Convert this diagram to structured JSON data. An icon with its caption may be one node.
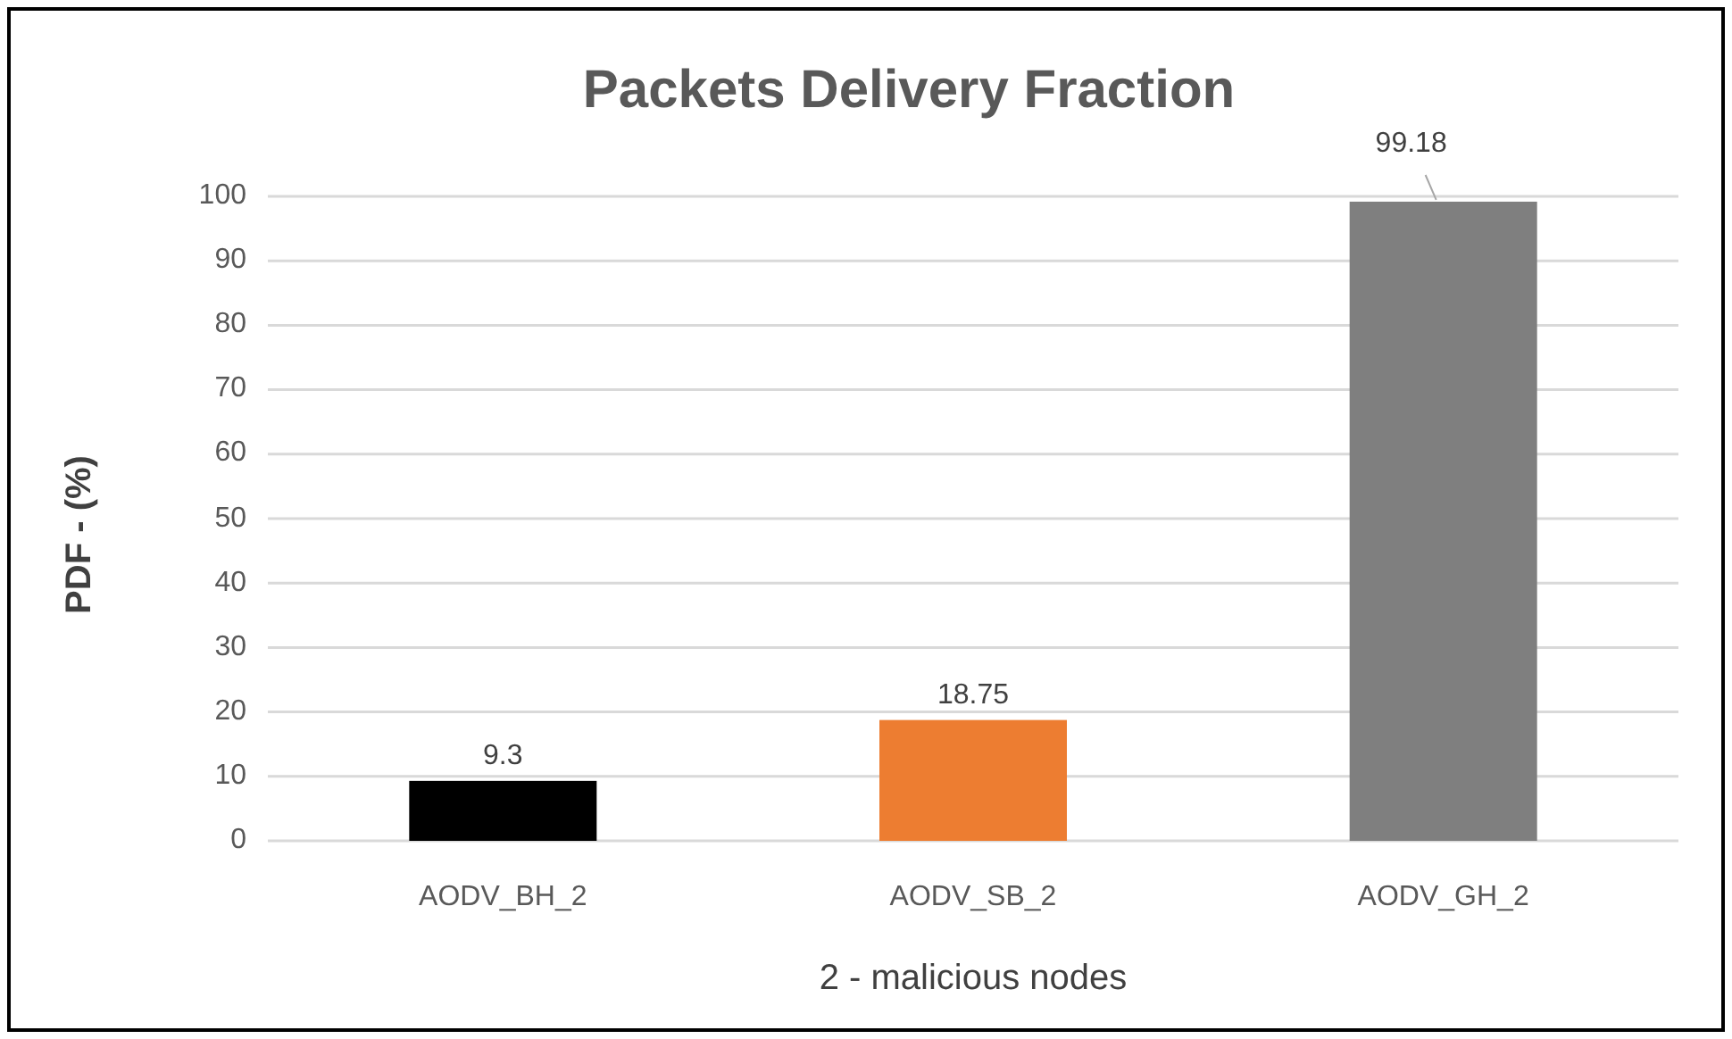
{
  "diagram": {
    "chart_data": {
      "type": "bar",
      "title": "Packets Delivery Fraction",
      "xlabel": "2 - malicious nodes",
      "ylabel": "PDF - (%)",
      "categories": [
        "AODV_BH_2",
        "AODV_SB_2",
        "AODV_GH_2"
      ],
      "series": [
        {
          "color": "#000000",
          "values": [
            9.3,
            null,
            null
          ]
        },
        {
          "color": "#ed7d31",
          "values": [
            null,
            18.75,
            null
          ]
        },
        {
          "color": "#7f7f7f",
          "values": [
            null,
            null,
            99.18
          ]
        }
      ],
      "ylim": [
        0,
        100
      ],
      "yticks": [
        0,
        10,
        20,
        30,
        40,
        50,
        60,
        70,
        80,
        90,
        100
      ],
      "data_labels": true,
      "grid": true
    }
  }
}
